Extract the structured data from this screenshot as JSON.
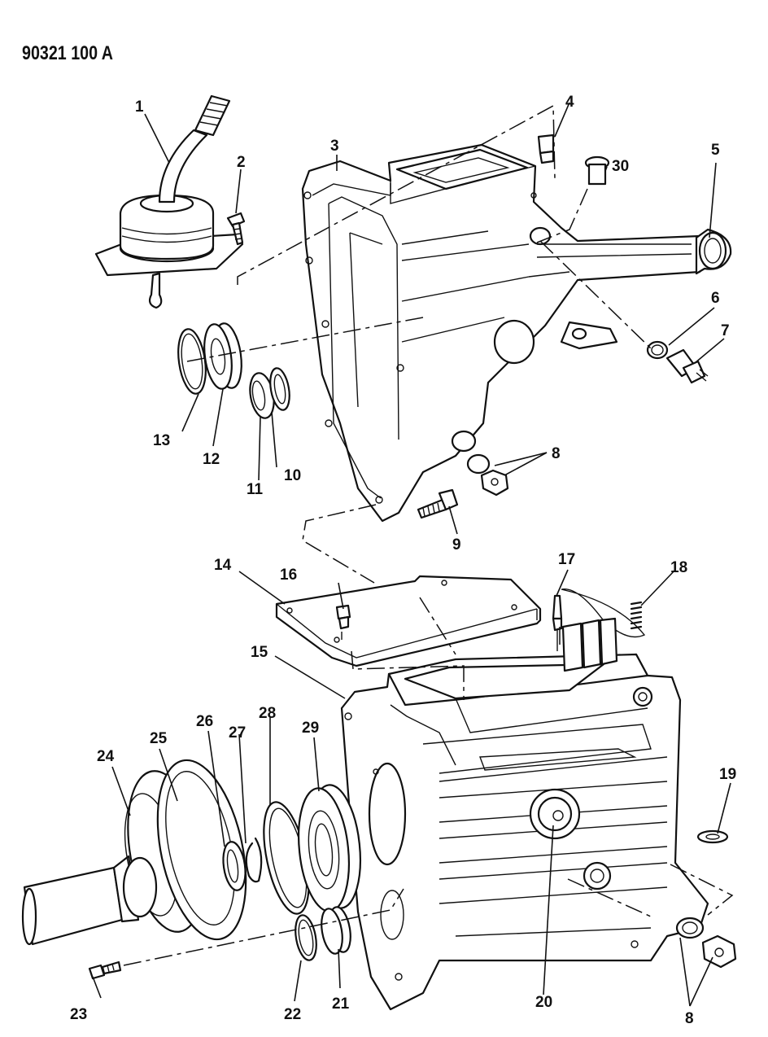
{
  "document": {
    "figure_id": "90321 100 A",
    "subject": "Manual transmission case exploded view"
  },
  "callouts": [
    {
      "num": "1",
      "part": "shift-lever-and-boot"
    },
    {
      "num": "2",
      "part": "lever-bolt"
    },
    {
      "num": "3",
      "part": "extension-housing"
    },
    {
      "num": "4",
      "part": "vent-plug"
    },
    {
      "num": "5",
      "part": "rear-seal"
    },
    {
      "num": "6",
      "part": "gasket-washer"
    },
    {
      "num": "7",
      "part": "backup-lamp-switch"
    },
    {
      "num": "8",
      "part": "drain-plug-and-washer"
    },
    {
      "num": "9",
      "part": "housing-bolt"
    },
    {
      "num": "10",
      "part": "seal"
    },
    {
      "num": "11",
      "part": "bushing"
    },
    {
      "num": "12",
      "part": "bearing"
    },
    {
      "num": "13",
      "part": "snap-ring"
    },
    {
      "num": "14",
      "part": "top-cover"
    },
    {
      "num": "15",
      "part": "transmission-case"
    },
    {
      "num": "16",
      "part": "cover-bolt"
    },
    {
      "num": "17",
      "part": "detent-plunger"
    },
    {
      "num": "18",
      "part": "detent-spring"
    },
    {
      "num": "19",
      "part": "washer"
    },
    {
      "num": "20",
      "part": "plug"
    },
    {
      "num": "21",
      "part": "bushing"
    },
    {
      "num": "22",
      "part": "seal"
    },
    {
      "num": "23",
      "part": "retainer-bolt"
    },
    {
      "num": "24",
      "part": "front-bearing-retainer"
    },
    {
      "num": "25",
      "part": "gasket"
    },
    {
      "num": "26",
      "part": "oil-seal"
    },
    {
      "num": "27",
      "part": "snap-ring"
    },
    {
      "num": "28",
      "part": "snap-ring"
    },
    {
      "num": "29",
      "part": "front-bearing"
    },
    {
      "num": "30",
      "part": "fill-plug"
    }
  ]
}
